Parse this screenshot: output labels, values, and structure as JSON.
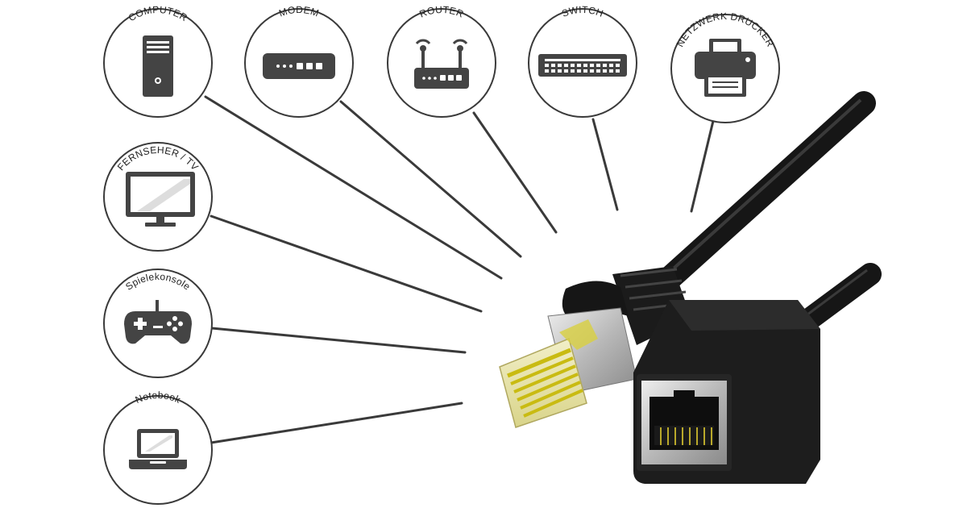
{
  "devices": [
    {
      "id": "computer",
      "label": "COMPUTER",
      "icon": "computer-tower-icon"
    },
    {
      "id": "modem",
      "label": "MODEM",
      "icon": "modem-icon"
    },
    {
      "id": "router",
      "label": "ROUTER",
      "icon": "router-icon"
    },
    {
      "id": "switch",
      "label": "SWITCH",
      "icon": "network-switch-icon"
    },
    {
      "id": "printer",
      "label": "NETZWERK DRUCKER",
      "icon": "printer-icon"
    },
    {
      "id": "tv",
      "label": "FERNSEHER / TV",
      "icon": "monitor-icon"
    },
    {
      "id": "console",
      "label": "Spielekonsole",
      "icon": "gamepad-icon"
    },
    {
      "id": "notebook",
      "label": "Notebook",
      "icon": "laptop-icon"
    }
  ],
  "colors": {
    "line": "#3a3a3a",
    "icon": "#444444",
    "cable": "#1a1a1a",
    "plug_metal": "#c8c8c8",
    "contacts_gold": "#d4c51c"
  }
}
